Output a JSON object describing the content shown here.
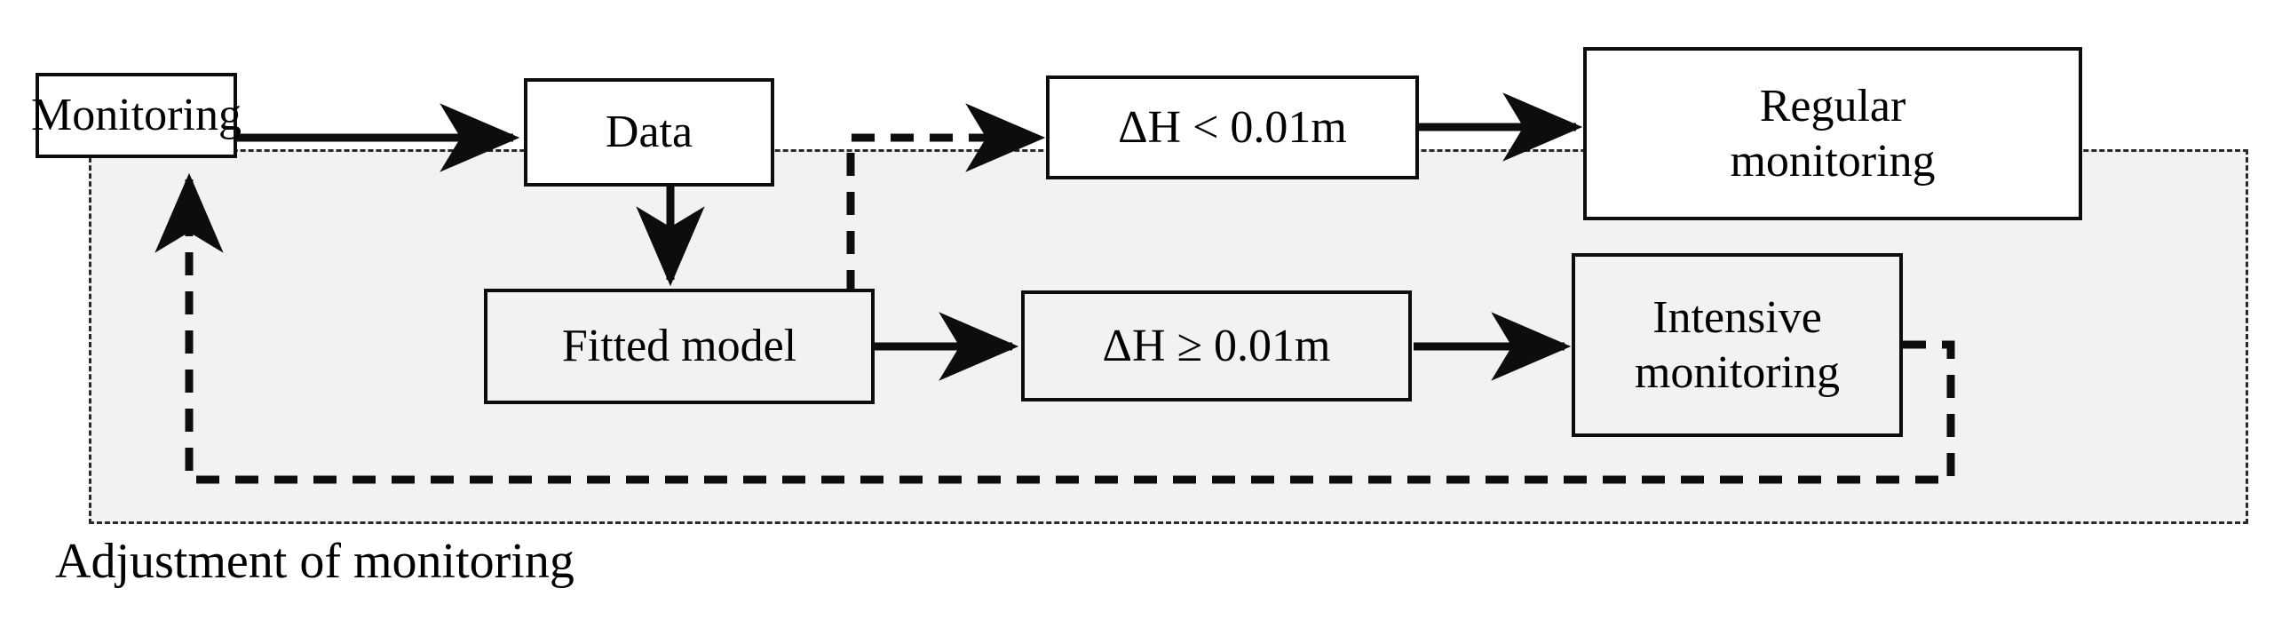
{
  "diagram": {
    "title": "Adjustment of monitoring flowchart",
    "caption": "Adjustment of monitoring",
    "colors": {
      "stroke": "#0d0d0d",
      "shaded_fill": "#f2f2f2",
      "background": "#ffffff",
      "dashed_stroke": "#2a2a2a"
    },
    "nodes": [
      {
        "id": "monitoring",
        "label": "Monitoring",
        "shaded": false
      },
      {
        "id": "data",
        "label": "Data",
        "shaded": false
      },
      {
        "id": "delta-h-less",
        "label": "ΔH < 0.01m",
        "shaded": false
      },
      {
        "id": "regular-monitoring",
        "label": "Regular\nmonitoring",
        "shaded": false
      },
      {
        "id": "fitted-model",
        "label": "Fitted model",
        "shaded": true
      },
      {
        "id": "delta-h-geq",
        "label": "ΔH ≥ 0.01m",
        "shaded": true
      },
      {
        "id": "intensive-monitoring",
        "label": "Intensive\nmonitoring",
        "shaded": true
      }
    ],
    "edges": [
      {
        "id": "monitoring-to-data",
        "from": "monitoring",
        "to": "data",
        "style": "solid"
      },
      {
        "id": "data-to-fitted-model",
        "from": "data",
        "to": "fitted-model",
        "style": "solid"
      },
      {
        "id": "fitted-model-to-delta-h-geq",
        "from": "fitted-model",
        "to": "delta-h-geq",
        "style": "solid"
      },
      {
        "id": "delta-h-geq-to-intensive",
        "from": "delta-h-geq",
        "to": "intensive-monitoring",
        "style": "solid"
      },
      {
        "id": "branch-to-delta-h-less",
        "from": "fitted-model",
        "to": "delta-h-less",
        "style": "dashed"
      },
      {
        "id": "delta-h-less-to-regular",
        "from": "delta-h-less",
        "to": "regular-monitoring",
        "style": "solid"
      },
      {
        "id": "intensive-feedback-to-monitoring",
        "from": "intensive-monitoring",
        "to": "monitoring",
        "style": "dashed"
      }
    ],
    "regions": [
      {
        "id": "adjustment-region",
        "label": "Adjustment of monitoring",
        "style": "dashed",
        "fill": "#f2f2f2"
      }
    ]
  }
}
